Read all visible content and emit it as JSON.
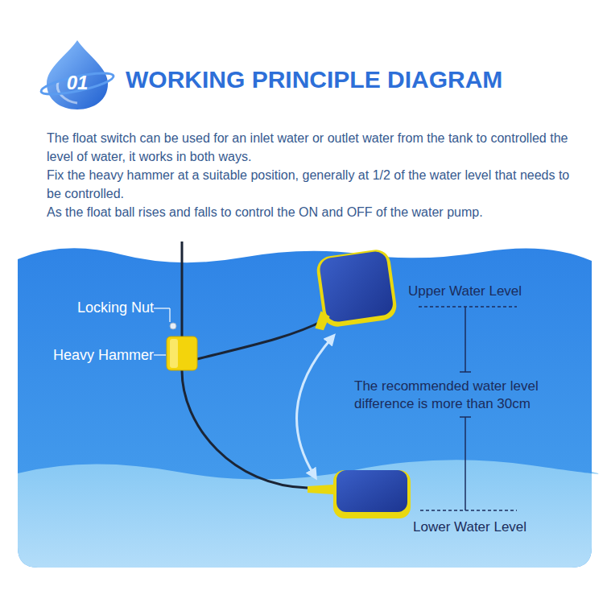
{
  "diagram": {
    "title": "WORKING PRINCIPLE DIAGRAM",
    "labels": [
      "01",
      "The float switch can be used for an inlet water or outlet water from the tank to controlled the level of water, it works in both ways.",
      "Fix the heavy hammer at a suitable position, generally at 1/2 of the water level that needs to be controlled.",
      "As the float ball rises and falls to control the ON and OFF of the water pump.",
      "Locking Nut",
      "Heavy Hammer",
      "Upper Water Level",
      "The recommended water level difference is more than 30cm",
      "Lower Water Level"
    ]
  }
}
